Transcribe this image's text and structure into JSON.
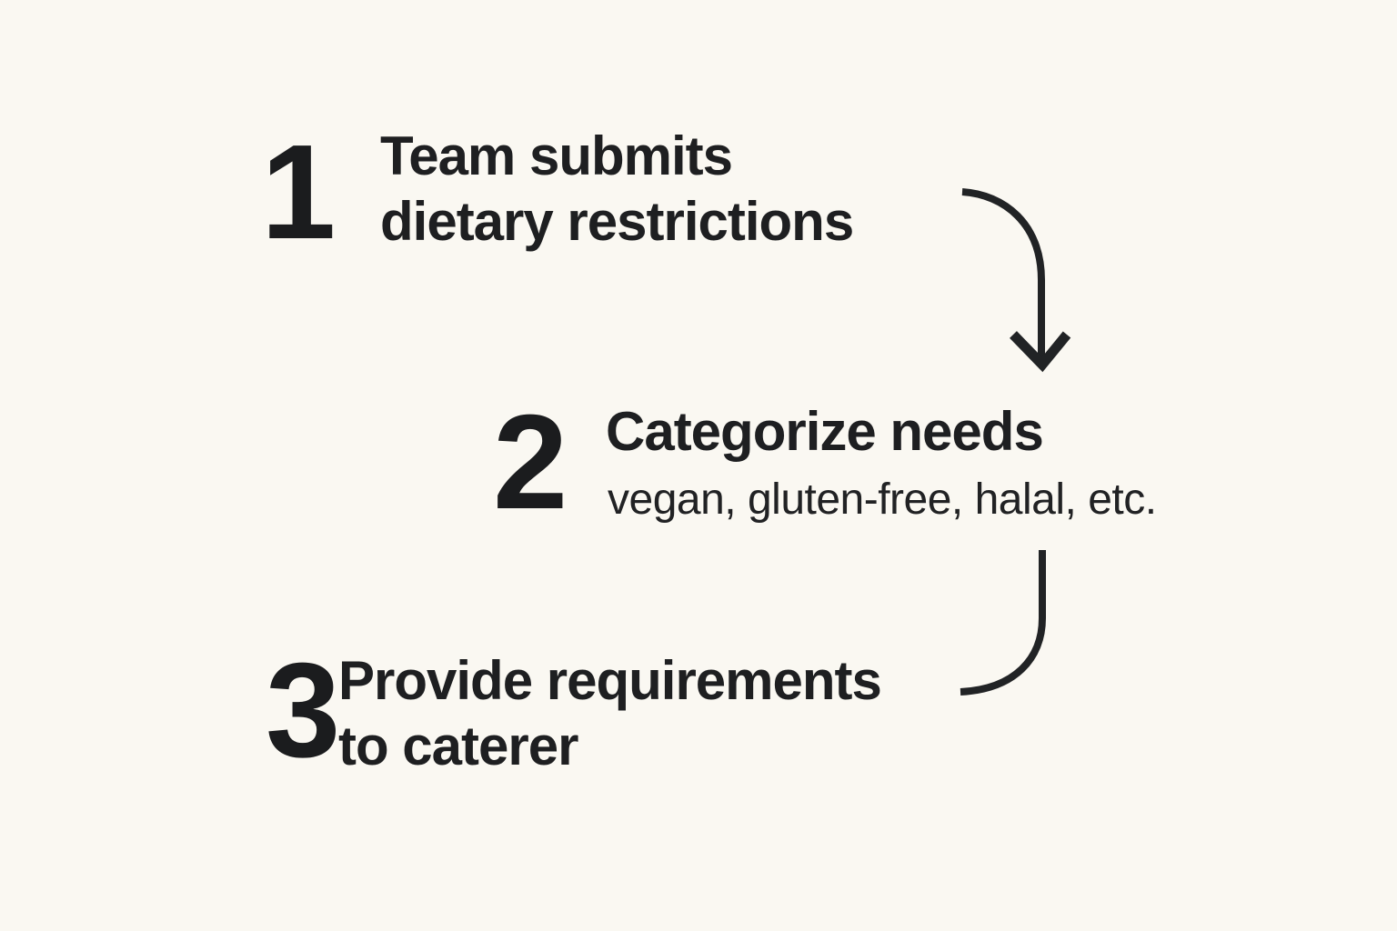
{
  "figure": {
    "background_color": "#faf8f2",
    "ink_color": "#1e1f21",
    "kind": "numbered process flow, 3 steps connected by curved arrows"
  },
  "steps": [
    {
      "number": "1",
      "title_line1": "Team submits",
      "title_line2": "dietary restrictions"
    },
    {
      "number": "2",
      "title_line1": "Categorize needs",
      "subtitle": "vegan, gluten-free, halal, etc."
    },
    {
      "number": "3",
      "title_line1": "Provide requirements",
      "title_line2": "to caterer"
    }
  ],
  "connectors": [
    {
      "name": "arrow-step1-to-step2",
      "style": "curved, arrowhead pointing down into step 2"
    },
    {
      "name": "curve-step2-to-step3",
      "style": "curved line from step 2 subtitle down to step 3 title, no arrowhead"
    }
  ]
}
